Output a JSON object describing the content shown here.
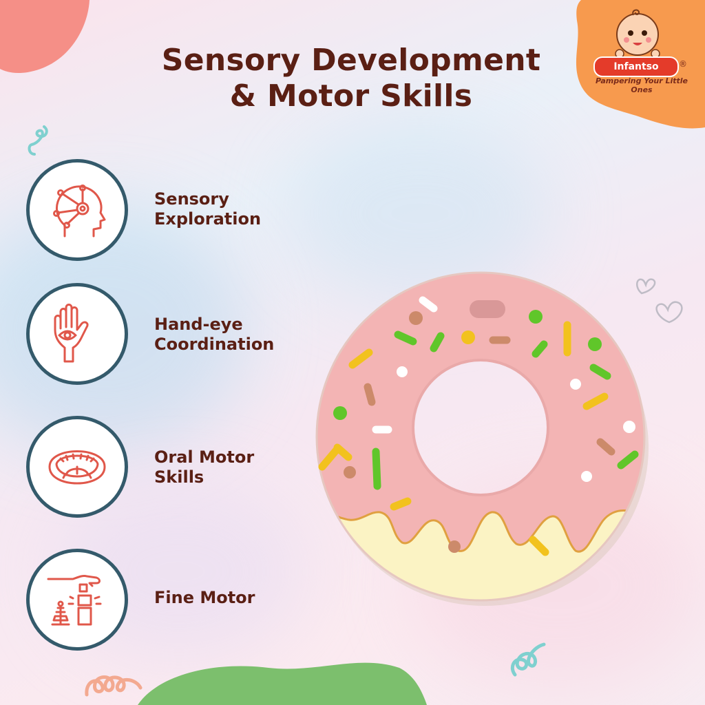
{
  "title_line1": "Sensory Development",
  "title_line2": "& Motor Skills",
  "brand": {
    "name": "Infantso",
    "registered": "®",
    "tagline": "Pampering Your Little Ones"
  },
  "features": [
    {
      "label_line1": "Sensory",
      "label_line2": "Exploration",
      "icon": "brain-network-icon"
    },
    {
      "label_line1": "Hand-eye",
      "label_line2": "Coordination",
      "icon": "hand-eye-icon"
    },
    {
      "label_line1": "Oral Motor",
      "label_line2": "Skills",
      "icon": "open-mouth-icon"
    },
    {
      "label_line1": "Fine Motor",
      "label_line2": "",
      "icon": "stacking-blocks-icon"
    }
  ],
  "colors": {
    "title": "#5a1f14",
    "icon_ring": "#345a6b",
    "icon_stroke": "#e0574a",
    "donut_pink": "#f3b4b4",
    "donut_cream": "#fbf3c4",
    "logo_orange": "#f79a4e"
  }
}
